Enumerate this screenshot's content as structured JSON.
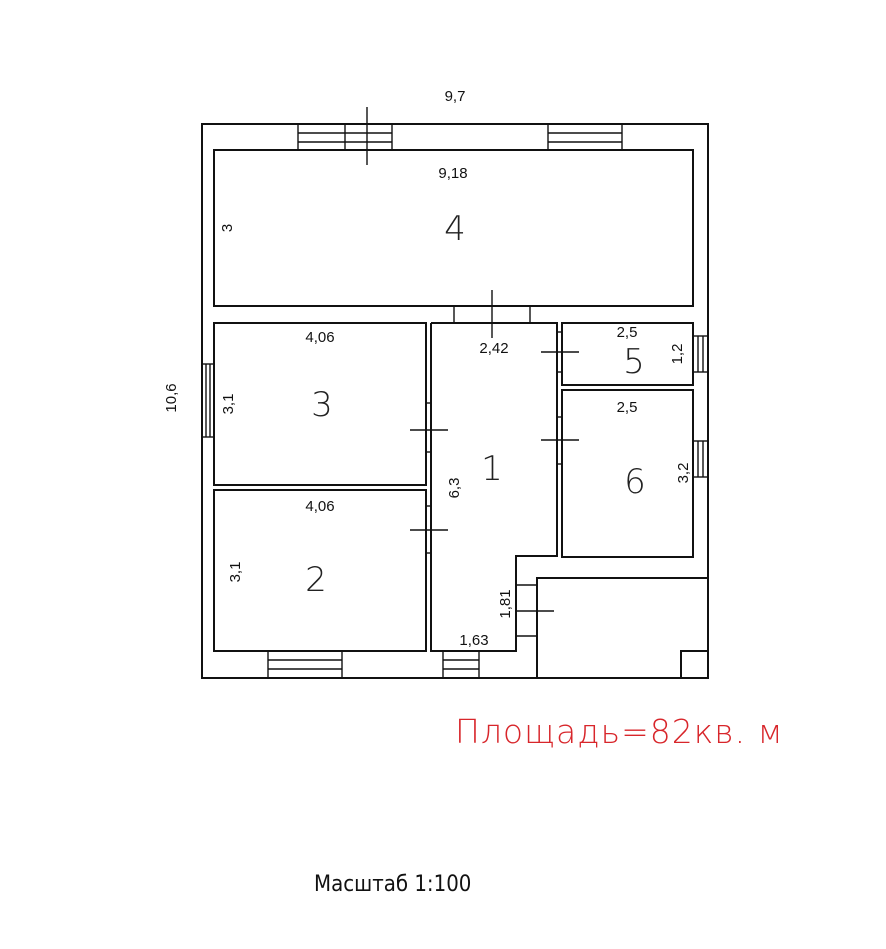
{
  "plan": {
    "overall_width": "9,7",
    "overall_height": "10,6",
    "rooms": [
      {
        "id": "1",
        "label": "1",
        "dims": [
          "2,42",
          "6,3",
          "1,63",
          "1,81"
        ]
      },
      {
        "id": "2",
        "label": "2",
        "dims": [
          "4,06",
          "3,1"
        ]
      },
      {
        "id": "3",
        "label": "3",
        "dims": [
          "4,06",
          "3,1"
        ]
      },
      {
        "id": "4",
        "label": "4",
        "dims": [
          "9,18",
          "3"
        ]
      },
      {
        "id": "5",
        "label": "5",
        "dims": [
          "2,5",
          "1,2"
        ]
      },
      {
        "id": "6",
        "label": "6",
        "dims": [
          "2,5",
          "3,2"
        ]
      }
    ]
  },
  "footer": {
    "area_text": "Площадь=82кв. м",
    "scale_text": "Масштаб 1:100"
  },
  "colors": {
    "area_text": "#d8262b",
    "lines": "#111111"
  }
}
